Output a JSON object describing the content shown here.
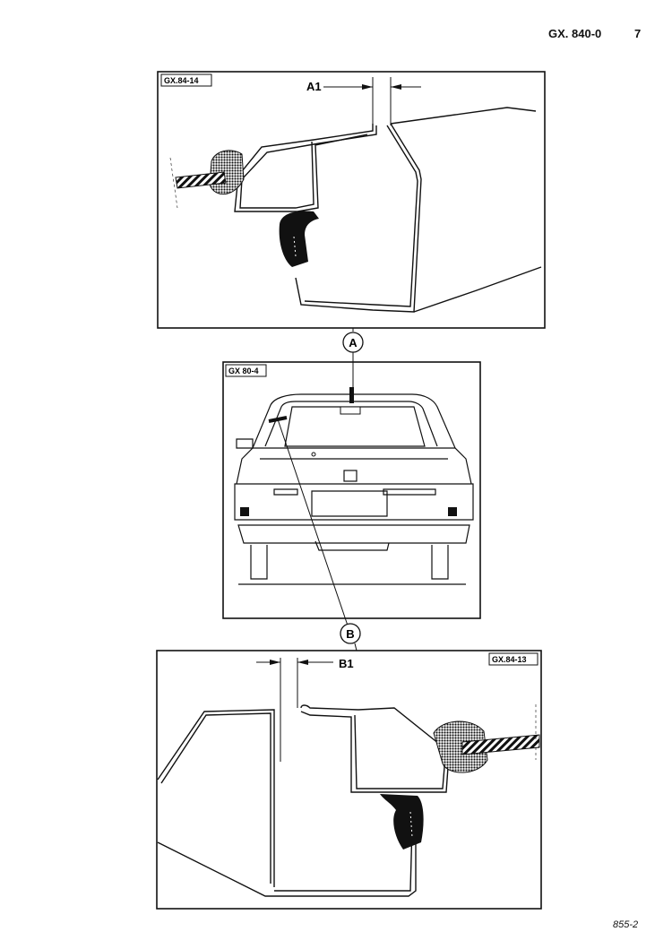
{
  "header": {
    "doc_code": "GX. 840-0",
    "page_number": "7"
  },
  "panels": {
    "top": {
      "tag": "GX.84-14",
      "dimension_label": "A1"
    },
    "middle": {
      "tag": "GX 80-4"
    },
    "bottom": {
      "tag": "GX.84-13",
      "dimension_label": "B1"
    }
  },
  "callouts": {
    "a": "A",
    "b": "B"
  },
  "footer": {
    "ref": "855-2"
  },
  "colors": {
    "ink": "#111111",
    "paper": "#ffffff",
    "seal": "#111111"
  }
}
